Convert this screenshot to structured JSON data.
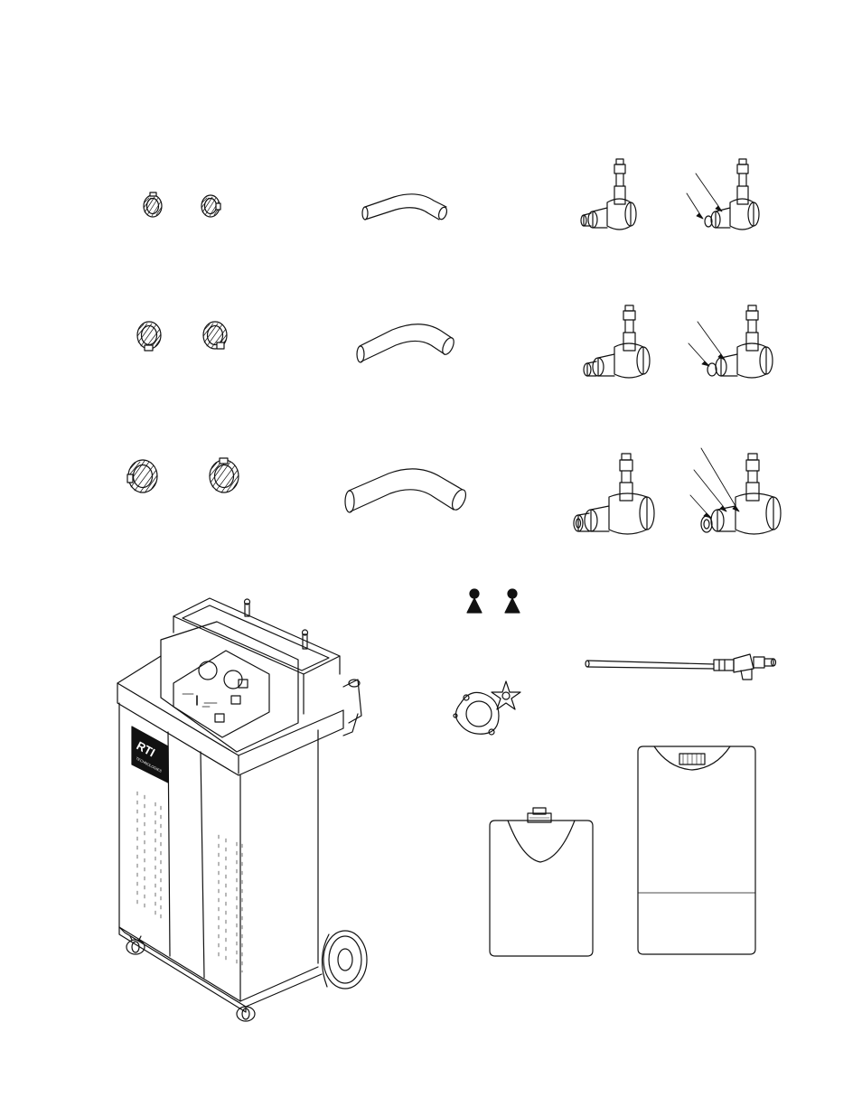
{
  "logo": {
    "text": "RTI",
    "subtext": "TECHNOLOGIES"
  },
  "parts": [
    {
      "id": "hose-clamps-small",
      "icon": "hose-clamp-icon"
    },
    {
      "id": "hose-clamps-medium",
      "icon": "hose-clamp-icon"
    },
    {
      "id": "hose-clamps-large",
      "icon": "hose-clamp-icon"
    },
    {
      "id": "elbow-hose-small",
      "icon": "elbow-hose-icon"
    },
    {
      "id": "elbow-hose-medium",
      "icon": "elbow-hose-icon"
    },
    {
      "id": "elbow-hose-large",
      "icon": "elbow-hose-icon"
    },
    {
      "id": "adapter-fittings-small",
      "icon": "tee-adapter-icon"
    },
    {
      "id": "adapter-fittings-medium",
      "icon": "tee-adapter-icon"
    },
    {
      "id": "adapter-fittings-large",
      "icon": "tee-adapter-icon"
    },
    {
      "id": "cone-plugs",
      "icon": "cone-plug-icon"
    },
    {
      "id": "probe-tool",
      "icon": "probe-icon"
    },
    {
      "id": "gasket-and-star-insert",
      "icon": "gasket-icon"
    },
    {
      "id": "small-jug",
      "icon": "jug-icon"
    },
    {
      "id": "large-jug",
      "icon": "jug-icon"
    },
    {
      "id": "coolant-service-machine",
      "icon": "machine-icon"
    }
  ]
}
